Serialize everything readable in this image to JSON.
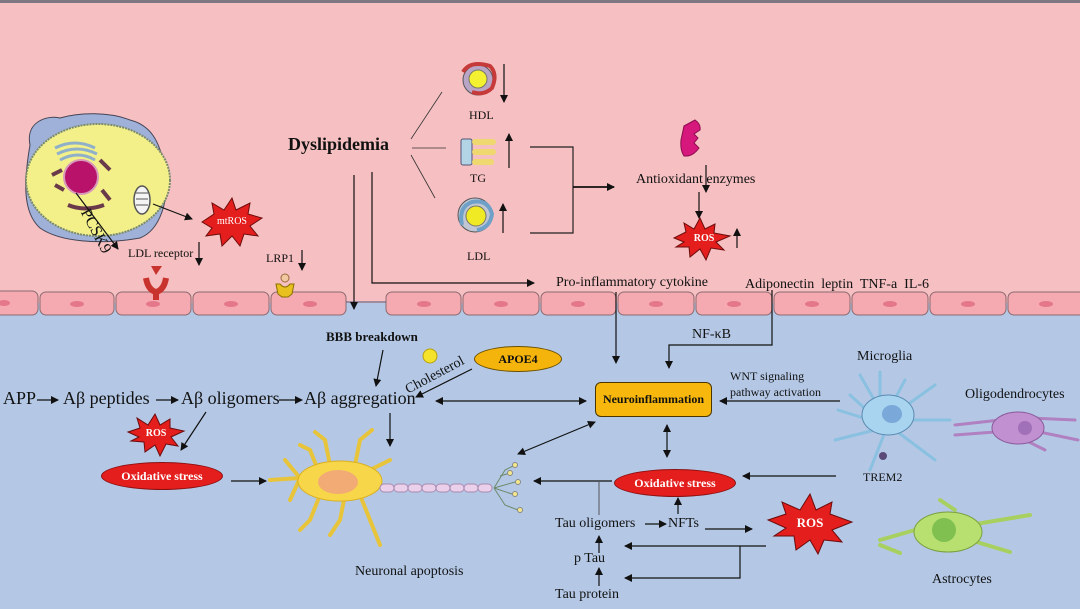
{
  "figure": {
    "topic": "Dyslipidemia and neurodegeneration pathway",
    "colors": {
      "blood_side_bg": "#f6bfc1",
      "brain_side_bg": "#b4c8e6",
      "ros_burst": "#e41d1d",
      "oxidative_stress_fill": "#e41d1d",
      "neuroinflammation_fill": "#f7b70d",
      "apoe4_fill": "#f5b40b",
      "arrow": "#111111"
    }
  },
  "blood_side": {
    "cell_label_pcsk9": "PCSK9",
    "mtros_label": "mtROS",
    "ldl_receptor_label": "LDL receptor",
    "ldl_receptor_trend": "↓",
    "lrp1_label": "LRP1",
    "lrp1_trend": "↓",
    "dyslipidemia_label": "Dyslipidemia",
    "lipids": [
      {
        "label": "HDL",
        "trend": "↓"
      },
      {
        "label": "TG",
        "trend": "↑"
      },
      {
        "label": "LDL",
        "trend": "↑"
      }
    ],
    "antioxidant_label": "Antioxidant enzymes",
    "antioxidant_trend": "↓",
    "ros_label": "ROS",
    "ros_trend": "↑",
    "cytokine_label": "Pro-inflammatory cytokine",
    "adipokines_label": "Adiponectin  leptin  TNF-a  IL-6"
  },
  "brain_side": {
    "bbb_label": "BBB breakdown",
    "cholesterol_label": "Cholesterol",
    "apoe4_label": "APOE4",
    "nfkb_label": "NF-κB",
    "amyloid_chain": [
      "APP",
      "Aβ peptides",
      "Aβ oligomers",
      "Aβ aggregation"
    ],
    "ros_left_label": "ROS",
    "oxidative_stress_left_label": "Oxidative stress",
    "neuroinflammation_label": "Neuroinflammation",
    "wnt_label_line1": "WNT signaling",
    "wnt_label_line2": "pathway activation",
    "microglia_label": "Microglia",
    "oligodendrocytes_label": "Oligodendrocytes",
    "trem2_label": "TREM2",
    "astrocytes_label": "Astrocytes",
    "oxidative_stress_right_label": "Oxidative stress",
    "neuronal_apoptosis_label": "Neuronal apoptosis",
    "tau_oligomers_label": "Tau oligomers",
    "nfts_label": "NFTs",
    "ptau_label": "p Tau",
    "tau_protein_label": "Tau protein",
    "ros_right_label": "ROS"
  }
}
